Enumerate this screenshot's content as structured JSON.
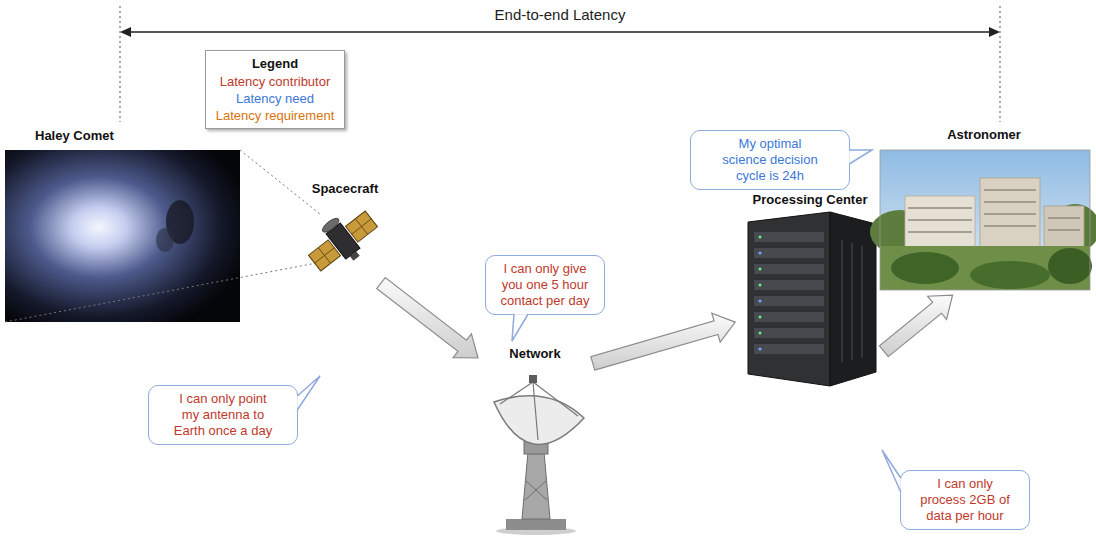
{
  "diagram": {
    "nodes": [
      {
        "text": [
          "Haley Comet"
        ]
      },
      {
        "text": [
          "Spacecraft"
        ]
      },
      {
        "text": [
          "I can only point my antenna to Earth once a day"
        ]
      },
      {
        "text": [
          "I can only give you one 5 hour contact per day"
        ]
      },
      {
        "text": [
          "Network"
        ]
      },
      {
        "text": [
          "Processing Center"
        ]
      },
      {
        "text": [
          "I can only process 2GB of data per hour"
        ]
      },
      {
        "text": [
          "My optimal science decision cycle is 24h"
        ]
      },
      {
        "text": [
          "Astronomer"
        ]
      }
    ],
    "edges": [
      {
        "from": 1,
        "to": 4,
        "arrow": "to"
      },
      {
        "from": 4,
        "to": 5,
        "arrow": "to"
      },
      {
        "from": 5,
        "to": 8,
        "arrow": "to"
      }
    ],
    "labels": [
      "End-to-end Latency",
      "Legend"
    ],
    "legend": [
      {
        "text": "Latency contributor",
        "color": "#c0392b"
      },
      {
        "text": "Latency need",
        "color": "#3b78d8"
      },
      {
        "text": "Latency requirement",
        "color": "#d9730d"
      }
    ]
  }
}
